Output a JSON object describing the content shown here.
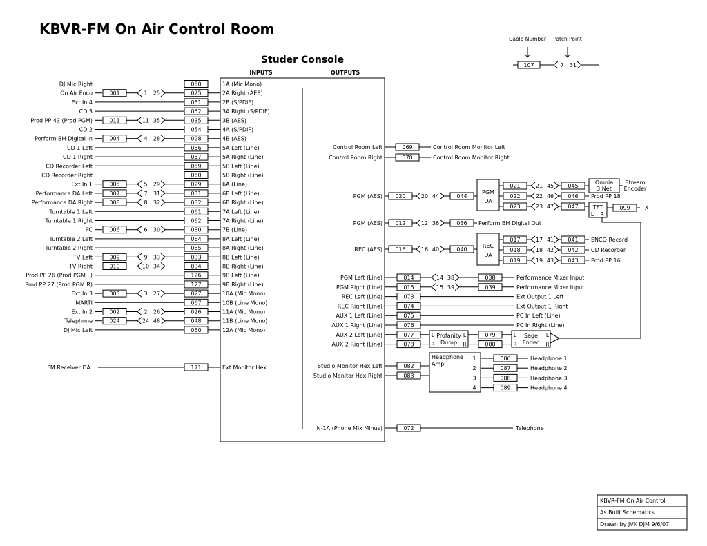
{
  "title": "KBVR-FM On Air Control Room",
  "console_title": "Studer Console",
  "inputs_header": "INPUTS",
  "outputs_header": "OUTPUTS",
  "legend": {
    "cable_label": "Cable Number",
    "patch_label": "Patch Point",
    "cable_example": "107",
    "patch_example": [
      "7",
      "31"
    ]
  },
  "inputs": [
    {
      "label": "DJ Mic Right",
      "cable": "050",
      "channel": "1A (Mic Mono)"
    },
    {
      "label": "On Air Enco",
      "src": "001",
      "patch": [
        "1",
        "25"
      ],
      "cable": "025",
      "channel": "2A Right (AES)"
    },
    {
      "label": "Ext In 4",
      "cable": "051",
      "channel": "2B (S/PDIF)"
    },
    {
      "label": "CD 3",
      "cable": "052",
      "channel": "3A Right (S/PDIF)"
    },
    {
      "label": "Prod PP 43 (Prod PGM)",
      "src": "011",
      "patch": [
        "11",
        "35"
      ],
      "cable": "035",
      "channel": "3B (AES)"
    },
    {
      "label": "CD 2",
      "cable": "054",
      "channel": "4A (S/PDIF)"
    },
    {
      "label": "Perform BH Digital In",
      "src": "004",
      "patch": [
        "4",
        "28"
      ],
      "cable": "028",
      "channel": "4B (AES)"
    },
    {
      "label": "CD 1 Left",
      "cable": "056",
      "channel": "5A Left (Line)"
    },
    {
      "label": "CD 1 Right",
      "cable": "057",
      "channel": "5A Right (Line)"
    },
    {
      "label": "CD Recorder Left",
      "cable": "059",
      "channel": "5B Left (Line)"
    },
    {
      "label": "CD Recorder Right",
      "cable": "060",
      "channel": "5B Right (Line)"
    },
    {
      "label": "Ext In 1",
      "src": "005",
      "patch": [
        "5",
        "29"
      ],
      "cable": "029",
      "channel": "6A (Line)"
    },
    {
      "label": "Performance DA Left",
      "src": "007",
      "patch": [
        "7",
        "31"
      ],
      "cable": "031",
      "channel": "6B Left (Line)"
    },
    {
      "label": "Performance DA Right",
      "src": "008",
      "patch": [
        "8",
        "32"
      ],
      "cable": "032",
      "channel": "6B Right (Line)"
    },
    {
      "label": "Turntable 1 Left",
      "cable": "061",
      "channel": "7A Left (Line)"
    },
    {
      "label": "Turntable 1 Right",
      "cable": "062",
      "channel": "7A Right (Line)"
    },
    {
      "label": "PC",
      "src": "006",
      "patch": [
        "6",
        "30"
      ],
      "cable": "030",
      "channel": "7B (Line)"
    },
    {
      "label": "Turntable 2 Left",
      "cable": "064",
      "channel": "8A Left (Line)"
    },
    {
      "label": "Turntable 2 Right",
      "cable": "065",
      "channel": "8A Right (Line)"
    },
    {
      "label": "TV Left",
      "src": "009",
      "patch": [
        "9",
        "33"
      ],
      "cable": "033",
      "channel": "8B Left (Line)"
    },
    {
      "label": "TV Right",
      "src": "010",
      "patch": [
        "10",
        "34"
      ],
      "cable": "034",
      "channel": "8B Right (Line)"
    },
    {
      "label": "Prod PP 26 (Prod PGM L)",
      "cable": "126",
      "channel": "9B Left (Line)"
    },
    {
      "label": "Prod PP 27 (Prod PGM R)",
      "cable": "127",
      "channel": "9B Right (Line)"
    },
    {
      "label": "Ext In 3",
      "src": "003",
      "patch": [
        "3",
        "27"
      ],
      "cable": "027",
      "channel": "10A (Mic Mono)"
    },
    {
      "label": "MARTI",
      "cable": "067",
      "channel": "10B (Line Mono)"
    },
    {
      "label": "Ext In 2",
      "src": "002",
      "patch": [
        "2",
        "26"
      ],
      "cable": "026",
      "channel": "11A (Mic Mono)"
    },
    {
      "label": "Telephone",
      "src": "024",
      "patch": [
        "24",
        "48"
      ],
      "cable": "048",
      "channel": "11B (Line Mono)"
    },
    {
      "label": "DJ Mic Left",
      "cable": "050",
      "channel": "12A (Mic Mono)"
    }
  ],
  "fm_receiver": {
    "label": "FM Receiver DA",
    "cable": "171",
    "channel": "Ext Monitor Hex"
  },
  "control_room": [
    {
      "label": "Control Room Left",
      "cable": "069",
      "dest": "Control Room Monitor Left"
    },
    {
      "label": "Control Room Right",
      "cable": "070",
      "dest": "Control Room Monitor Right"
    }
  ],
  "pgm_aes": {
    "label": "PGM (AES)",
    "cable": "020",
    "patch": [
      "20",
      "44"
    ],
    "da_in": "044",
    "da_label": [
      "PGM",
      "DA"
    ],
    "outs": [
      {
        "cable": "021",
        "patch": [
          "21",
          "45"
        ],
        "cable2": "045",
        "dest": ""
      },
      {
        "cable": "022",
        "patch": [
          "22",
          "46"
        ],
        "cable2": "046",
        "dest": "Prod PP 18"
      },
      {
        "cable": "023",
        "patch": [
          "23",
          "47"
        ],
        "cable2": "047",
        "dest": ""
      }
    ]
  },
  "omnia": {
    "box": [
      "Omnia",
      "3 Net"
    ],
    "dest": [
      "Stream",
      "Encoder"
    ]
  },
  "tft": {
    "label": "TFT",
    "l": "L",
    "r": "R",
    "cable": "099",
    "dest": "TX"
  },
  "pgm_aes2": {
    "label": "PGM (AES)",
    "cable": "012",
    "patch": [
      "12",
      "36"
    ],
    "cable2": "036",
    "dest": "Perform BH Digital Out"
  },
  "rec_aes": {
    "label": "REC (AES)",
    "cable": "016",
    "patch": [
      "16",
      "40"
    ],
    "da_in": "040",
    "da_label": [
      "REC",
      "DA"
    ],
    "outs": [
      {
        "cable": "017",
        "patch": [
          "17",
          "41"
        ],
        "cable2": "041",
        "dest": "ENCO Record"
      },
      {
        "cable": "018",
        "patch": [
          "18",
          "42"
        ],
        "cable2": "042",
        "dest": "CD Recorder"
      },
      {
        "cable": "019",
        "patch": [
          "19",
          "43"
        ],
        "cable2": "043",
        "dest": "Prod PP 16"
      }
    ]
  },
  "line_outs": [
    {
      "label": "PGM Left (Line)",
      "cable": "014",
      "patch": [
        "14",
        "38"
      ],
      "cable2": "038",
      "dest": "Performance Mixer Input"
    },
    {
      "label": "PGM Right (Line)",
      "cable": "015",
      "patch": [
        "15",
        "39"
      ],
      "cable2": "039",
      "dest": "Performance Mixer Input"
    },
    {
      "label": "REC Left (Line)",
      "cable": "073",
      "dest": "Ext Output 1 Left"
    },
    {
      "label": "REC Right (Line)",
      "cable": "074",
      "dest": "Ext Output 1 Right"
    },
    {
      "label": "AUX 1 Left (Line)",
      "cable": "075",
      "dest": "PC In Left (Line)"
    },
    {
      "label": "AUX 1 Right (Line)",
      "cable": "076",
      "dest": "PC In Right (Line)"
    },
    {
      "label": "AUX 2 Left (Line)",
      "cable": "077"
    },
    {
      "label": "AUX 2 Right (Line)",
      "cable": "078"
    }
  ],
  "profanity": {
    "name": [
      "Profanity",
      "Dump"
    ],
    "l": "L",
    "r": "R",
    "out_l": "079",
    "out_r": "080"
  },
  "sage": {
    "name": [
      "Sage",
      "Endec"
    ],
    "l": "L",
    "r": "R"
  },
  "headphone": {
    "name": [
      "Headphone",
      "Amp"
    ],
    "inputs": [
      {
        "label": "Studio Monitor Hex Left",
        "cable": "082"
      },
      {
        "label": "Studio Monitor Hex Right",
        "cable": "083"
      }
    ],
    "outs": [
      {
        "num": "1",
        "cable": "086",
        "dest": "Headphone 1"
      },
      {
        "num": "2",
        "cable": "087",
        "dest": "Headphone 2"
      },
      {
        "num": "3",
        "cable": "088",
        "dest": "Headphone 3"
      },
      {
        "num": "4",
        "cable": "089",
        "dest": "Headphone 4"
      }
    ]
  },
  "phone_mix": {
    "label": "N-1A (Phone Mix Minus)",
    "cable": "072",
    "dest": "Telephone"
  },
  "title_block": [
    "KBVR-FM On Air Control",
    "As Built Schematics",
    "Drawn by JVK DJM      9/6/07"
  ]
}
